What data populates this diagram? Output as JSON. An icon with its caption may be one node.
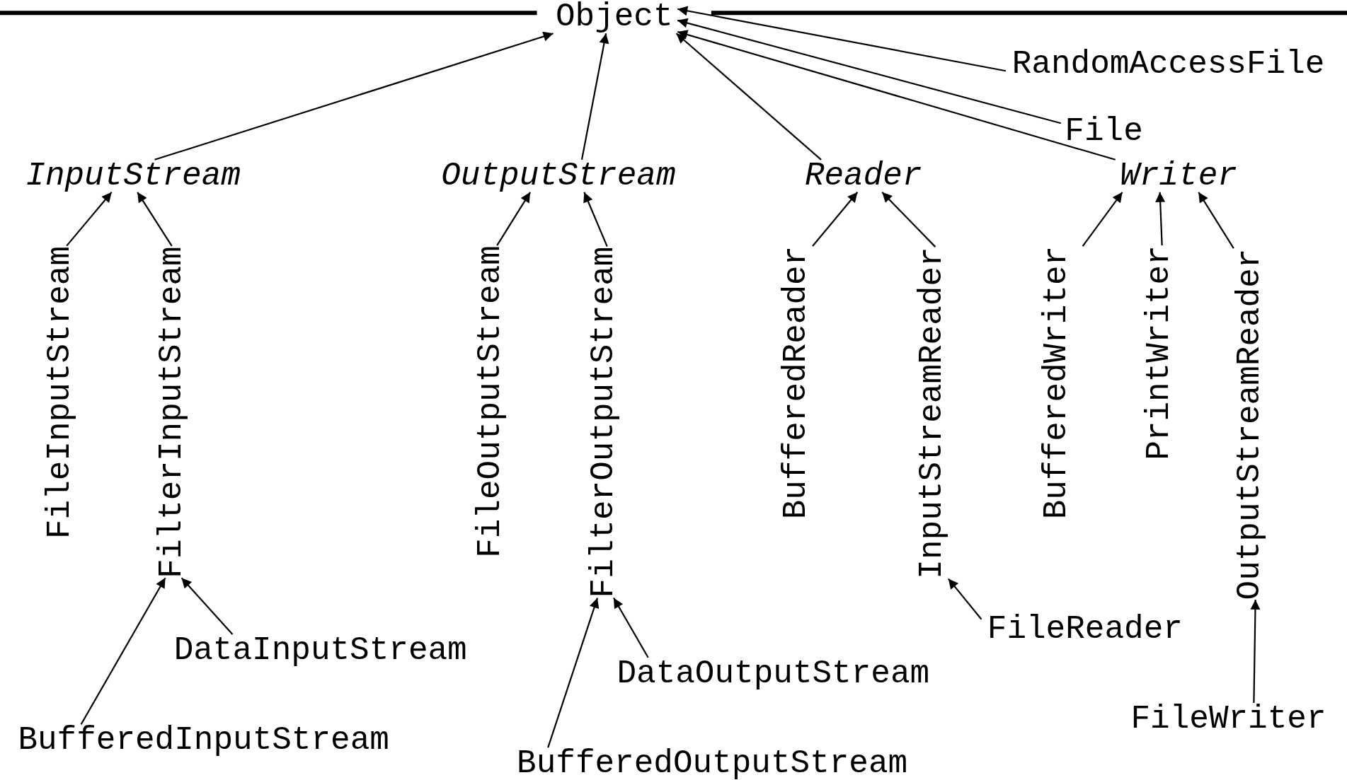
{
  "diagram": {
    "nodes": [
      {
        "text": [
          "Object"
        ]
      },
      {
        "text": [
          "RandomAccessFile"
        ]
      },
      {
        "text": [
          "File"
        ]
      },
      {
        "text": [
          "InputStream"
        ]
      },
      {
        "text": [
          "OutputStream"
        ]
      },
      {
        "text": [
          "Reader"
        ]
      },
      {
        "text": [
          "Writer"
        ]
      },
      {
        "text": [
          "FileInputStream"
        ]
      },
      {
        "text": [
          "FilterInputStream"
        ]
      },
      {
        "text": [
          "DataInputStream"
        ]
      },
      {
        "text": [
          "BufferedInputStream"
        ]
      },
      {
        "text": [
          "FileOutputStream"
        ]
      },
      {
        "text": [
          "FilterOutputStream"
        ]
      },
      {
        "text": [
          "DataOutputStream"
        ]
      },
      {
        "text": [
          "BufferedOutputStream"
        ]
      },
      {
        "text": [
          "BufferedReader"
        ]
      },
      {
        "text": [
          "InputStreamReader"
        ]
      },
      {
        "text": [
          "FileReader"
        ]
      },
      {
        "text": [
          "BufferedWriter"
        ]
      },
      {
        "text": [
          "PrintWriter"
        ]
      },
      {
        "text": [
          "OutputStreamReader"
        ]
      },
      {
        "text": [
          "FileWriter"
        ]
      }
    ],
    "edges": [
      {
        "from": 3,
        "to": 0,
        "arrow": "to"
      },
      {
        "from": 4,
        "to": 0,
        "arrow": "to"
      },
      {
        "from": 5,
        "to": 0,
        "arrow": "to"
      },
      {
        "from": 1,
        "to": 0,
        "arrow": "to"
      },
      {
        "from": 2,
        "to": 0,
        "arrow": "to"
      },
      {
        "from": 6,
        "to": 0,
        "arrow": "to"
      },
      {
        "from": 7,
        "to": 3,
        "arrow": "to"
      },
      {
        "from": 8,
        "to": 3,
        "arrow": "to"
      },
      {
        "from": 10,
        "to": 8,
        "arrow": "to"
      },
      {
        "from": 9,
        "to": 8,
        "arrow": "to"
      },
      {
        "from": 11,
        "to": 4,
        "arrow": "to"
      },
      {
        "from": 12,
        "to": 4,
        "arrow": "to"
      },
      {
        "from": 14,
        "to": 12,
        "arrow": "to"
      },
      {
        "from": 13,
        "to": 12,
        "arrow": "to"
      },
      {
        "from": 15,
        "to": 5,
        "arrow": "to"
      },
      {
        "from": 16,
        "to": 5,
        "arrow": "to"
      },
      {
        "from": 17,
        "to": 16,
        "arrow": "to"
      },
      {
        "from": 18,
        "to": 6,
        "arrow": "to"
      },
      {
        "from": 19,
        "to": 6,
        "arrow": "to"
      },
      {
        "from": 20,
        "to": 6,
        "arrow": "to"
      },
      {
        "from": 21,
        "to": 20,
        "arrow": "to"
      }
    ]
  }
}
